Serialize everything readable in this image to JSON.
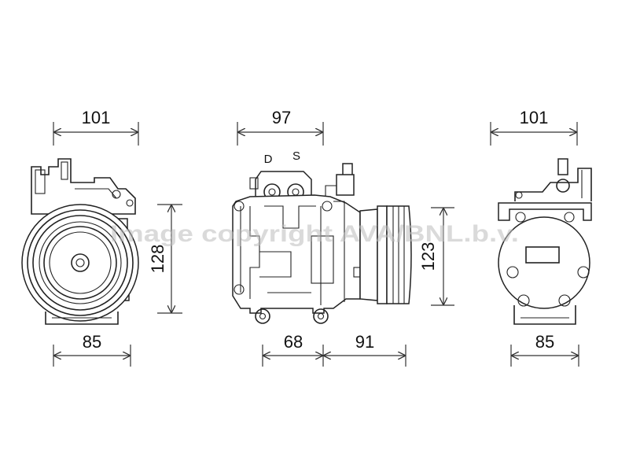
{
  "dimensions": {
    "left_top_width": "101",
    "left_height": "128",
    "left_bottom_width": "85",
    "middle_top_width": "97",
    "middle_height": "123",
    "middle_bottom_left": "68",
    "middle_bottom_right": "91",
    "right_top_width": "101",
    "right_bottom_width": "85"
  },
  "port_labels": {
    "discharge": "D",
    "suction": "S"
  },
  "watermark": "Image copyright AVA/BNL.b.v."
}
